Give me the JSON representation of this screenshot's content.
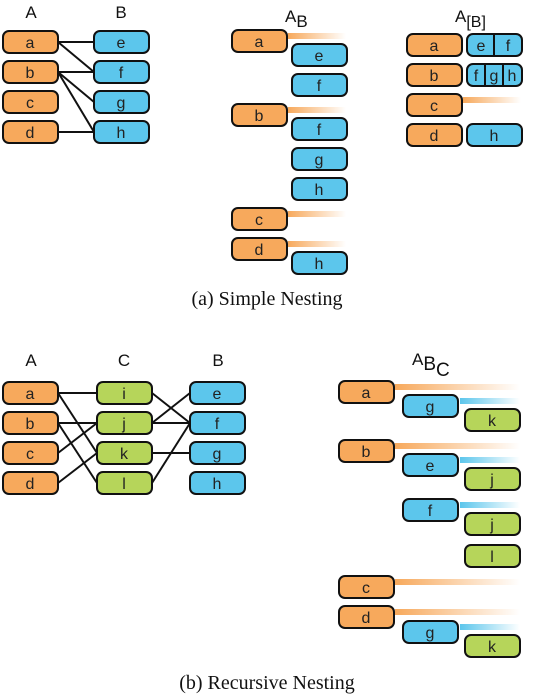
{
  "colors": {
    "orange": "#f7a95c",
    "blue": "#5cc6ec",
    "green": "#b6d55a",
    "stroke": "#111111"
  },
  "simple": {
    "header_A": "A",
    "header_B": "B",
    "header_AB": "A",
    "header_AB_sub": "B",
    "header_Abr": "A",
    "header_Abr_sub": "[B]",
    "list_A": [
      "a",
      "b",
      "c",
      "d"
    ],
    "list_B": [
      "e",
      "f",
      "g",
      "h"
    ],
    "mid_a": "a",
    "mid_e": "e",
    "mid_f1": "f",
    "mid_b": "b",
    "mid_f2": "f",
    "mid_g": "g",
    "mid_h1": "h",
    "mid_c": "c",
    "mid_d": "d",
    "mid_h2": "h",
    "right_a": "a",
    "right_e": "e",
    "right_f": "f",
    "right_b": "b",
    "right_f2": "f",
    "right_g": "g",
    "right_h": "h",
    "right_c": "c",
    "right_d": "d",
    "right_h2": "h",
    "caption": "(a)  Simple Nesting"
  },
  "recursive": {
    "header_A": "A",
    "header_C": "C",
    "header_B": "B",
    "header_ABC_A": "A",
    "header_ABC_B": "B",
    "header_ABC_C": "C",
    "list_A": [
      "a",
      "b",
      "c",
      "d"
    ],
    "list_C": [
      "i",
      "j",
      "k",
      "l"
    ],
    "list_B": [
      "e",
      "f",
      "g",
      "h"
    ],
    "r_a": "a",
    "r_g1": "g",
    "r_k1": "k",
    "r_b": "b",
    "r_e": "e",
    "r_j1": "j",
    "r_f": "f",
    "r_j2": "j",
    "r_l": "l",
    "r_c": "c",
    "r_d": "d",
    "r_g2": "g",
    "r_k2": "k",
    "caption": "(b)  Recursive Nesting"
  }
}
